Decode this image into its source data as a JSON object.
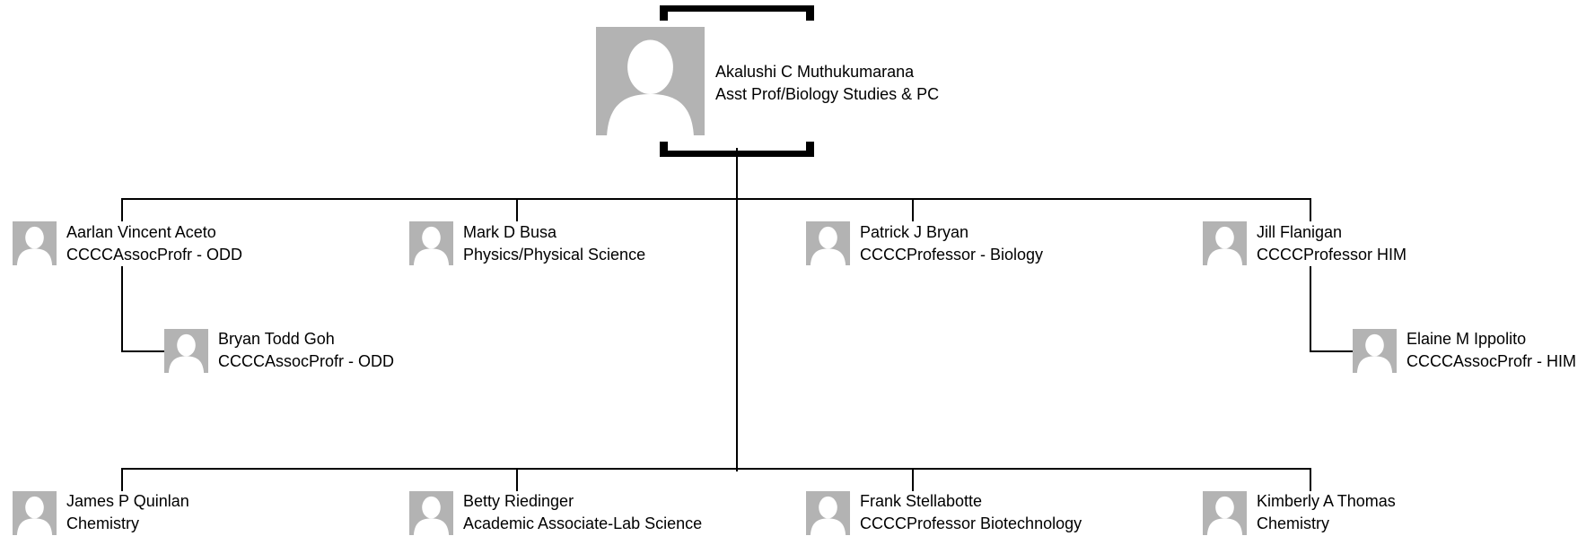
{
  "root": {
    "name": "Akalushi C Muthukumarana",
    "title": "Asst Prof/Biology Studies & PC"
  },
  "row1": [
    {
      "name": "Aarlan Vincent Aceto",
      "title": "CCCCAssocProfr - ODD"
    },
    {
      "name": "Mark D Busa",
      "title": "Physics/Physical Science"
    },
    {
      "name": "Patrick J Bryan",
      "title": "CCCCProfessor - Biology"
    },
    {
      "name": "Jill Flanigan",
      "title": "CCCCProfessor HIM"
    }
  ],
  "subordinates": [
    {
      "name": "Bryan Todd Goh",
      "title": "CCCCAssocProfr - ODD"
    },
    {
      "name": "Elaine M Ippolito",
      "title": "CCCCAssocProfr - HIM"
    }
  ],
  "row2": [
    {
      "name": "James P Quinlan",
      "title": "Chemistry"
    },
    {
      "name": "Betty Riedinger",
      "title": "Academic Associate-Lab Science"
    },
    {
      "name": "Frank Stellabotte",
      "title": "CCCCProfessor Biotechnology"
    },
    {
      "name": "Kimberly A Thomas",
      "title": "Chemistry"
    }
  ],
  "icons": {
    "avatar": "person-silhouette-icon",
    "avatar_color": "#b3b3b3"
  }
}
